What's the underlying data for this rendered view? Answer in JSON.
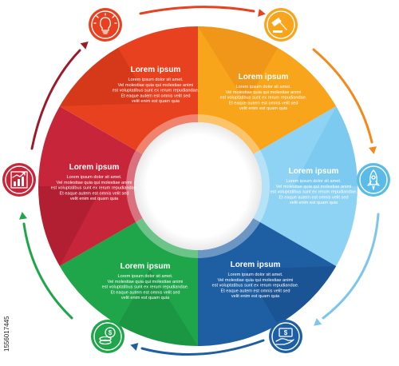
{
  "segments": [
    {
      "id": "red",
      "color": "#e8411f",
      "dark": "#b22a12",
      "title": "Lorem ipsum",
      "lines": [
        "Lorem ipsum dolor sit amet.",
        "Vel molestiae quia qui molestiae animi",
        "est voluptatibus sunt ex rerum repudiandae.",
        "Et eaque autem est omnis velit sed",
        "velit enim est quam quia"
      ]
    },
    {
      "id": "orange",
      "color": "#f9a51c",
      "dark": "#e07b10",
      "title": "Lorem ipsum",
      "lines": [
        "Lorem ipsum dolor sit amet.",
        "Vel molestiae quia qui molestiae animi",
        "est voluptatibus sunt ex rerum repudiandae.",
        "Et eaque autem est omnis velit sed",
        "velit enim est quam quia"
      ]
    },
    {
      "id": "lightblue",
      "color": "#8fd3f4",
      "dark": "#5bbbe8",
      "title": "Lorem ipsum",
      "lines": [
        "Lorem ipsum dolor sit amet.",
        "Vel molestiae quia qui molestiae animi",
        "est voluptatibus sunt ex rerum repudiandae.",
        "Et eaque autem est omnis velit sed",
        "velit enim est quam quia"
      ]
    },
    {
      "id": "navy",
      "color": "#1e5fa3",
      "dark": "#134277",
      "title": "Lorem ipsum",
      "lines": [
        "Lorem ipsum dolor sit amet.",
        "Vel molestiae quia qui molestiae animi",
        "est voluptatibus sunt ex rerum repudiandae.",
        "Et eaque autem est omnis velit sed",
        "velit enim est quam quia"
      ]
    },
    {
      "id": "green",
      "color": "#1fa54a",
      "dark": "#157a36",
      "title": "Lorem ipsum",
      "lines": [
        "Lorem ipsum dolor sit amet.",
        "Vel molestiae quia qui molestiae animi",
        "est voluptatibus sunt ex rerum repudiandae.",
        "Et eaque autem est omnis velit sed",
        "velit enim est quam quia"
      ]
    },
    {
      "id": "crimson",
      "color": "#c7263a",
      "dark": "#8d1324",
      "title": "Lorem ipsum",
      "lines": [
        "Lorem ipsum dolor sit amet.",
        "Vel molestiae quia qui molestiae animi",
        "est voluptatibus sunt ex rerum repudiandae.",
        "Et eaque autem est omnis velit sed",
        "velit enim est quam quia"
      ]
    }
  ],
  "icons": [
    {
      "name": "lightbulb-icon",
      "color": "#e8411f"
    },
    {
      "name": "gavel-icon",
      "color": "#f9a51c"
    },
    {
      "name": "rocket-icon",
      "color": "#5bbbe8"
    },
    {
      "name": "money-hand-icon",
      "color": "#1e5fa3"
    },
    {
      "name": "coins-icon",
      "color": "#1fa54a"
    },
    {
      "name": "growth-chart-icon",
      "color": "#c7263a"
    }
  ],
  "stock_id": "1556017445"
}
